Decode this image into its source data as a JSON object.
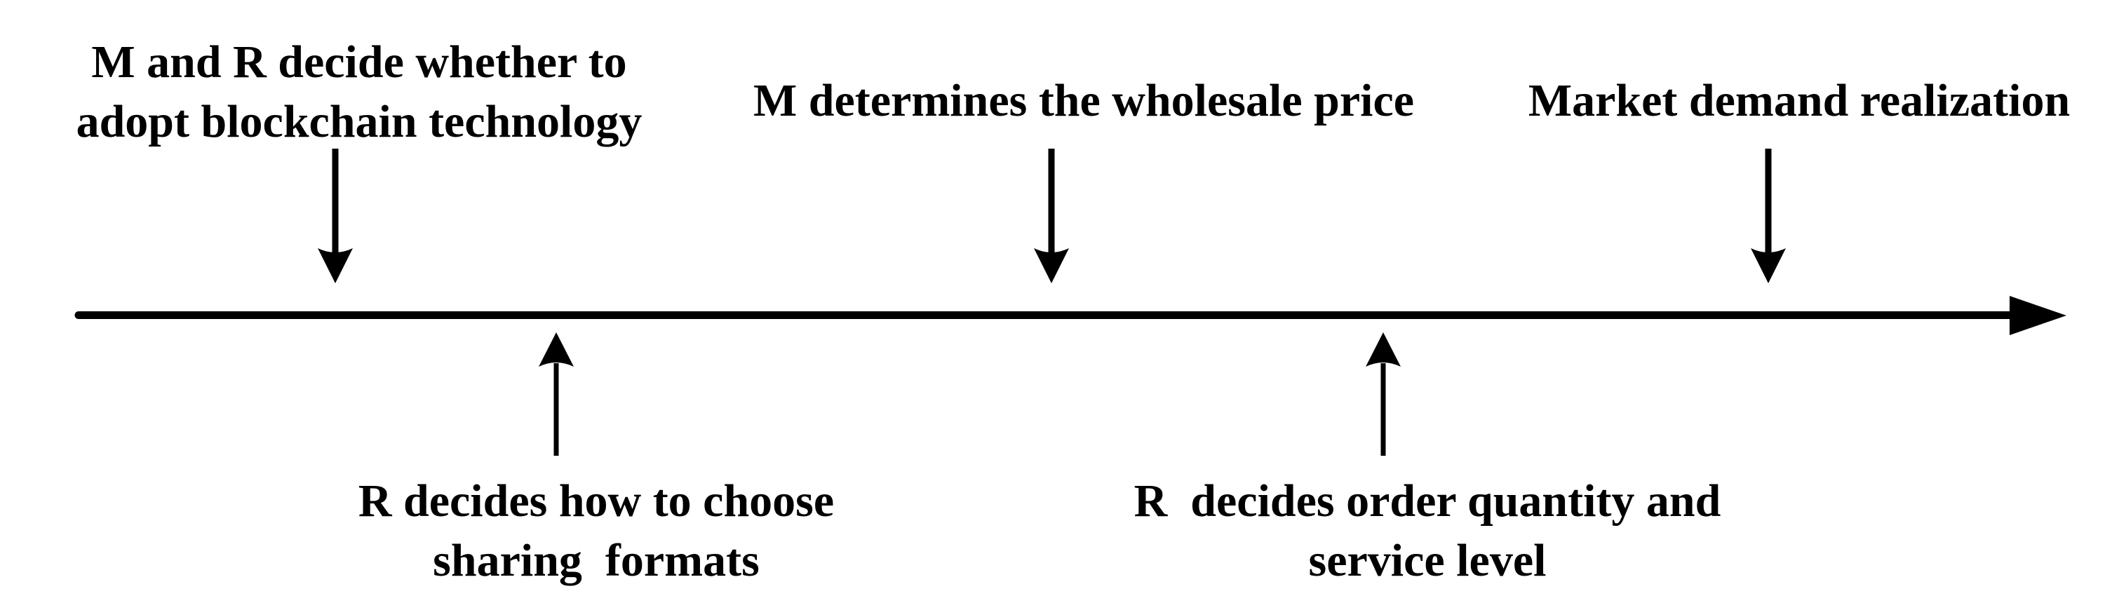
{
  "figure": {
    "type": "event-timeline",
    "background_color": "#ffffff",
    "ink_color": "#000000",
    "events_above_line": [
      {
        "label": "M and R decide whether to\nadopt blockchain technology"
      },
      {
        "label": "M determines the wholesale price"
      },
      {
        "label": "Market demand realization"
      }
    ],
    "events_below_line": [
      {
        "label": "R decides how to choose\nsharing  formats"
      },
      {
        "label": "R  decides order quantity and\nservice level"
      }
    ],
    "icons": {
      "axis": "right-arrow",
      "marker_above": "down-arrow",
      "marker_below": "up-arrow"
    }
  }
}
